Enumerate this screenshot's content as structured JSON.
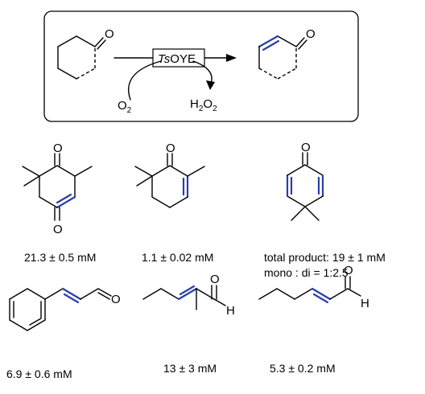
{
  "scheme": {
    "enzyme_prefix": "Ts",
    "enzyme_suffix": "OYE",
    "oxygen": "O",
    "o2": "O",
    "o2_sub": "2",
    "h": "H",
    "h_sub": "2",
    "h2o2_o": "O",
    "h2o2_sub": "2"
  },
  "atoms": {
    "O": "O",
    "H": "H"
  },
  "products": [
    {
      "label": "21.3 ± 0.5 mM"
    },
    {
      "label": "1.1 ± 0.02 mM"
    },
    {
      "label": "total product: 19 ± 1 mM",
      "label2": "mono : di = 1:2.5"
    },
    {
      "label": "6.9 ± 0.6 mM"
    },
    {
      "label": "13 ± 3 mM"
    },
    {
      "label": "5.3 ± 0.2 mM"
    }
  ],
  "colors": {
    "highlight_bond": "#2a3fa8",
    "bond": "#000000"
  }
}
